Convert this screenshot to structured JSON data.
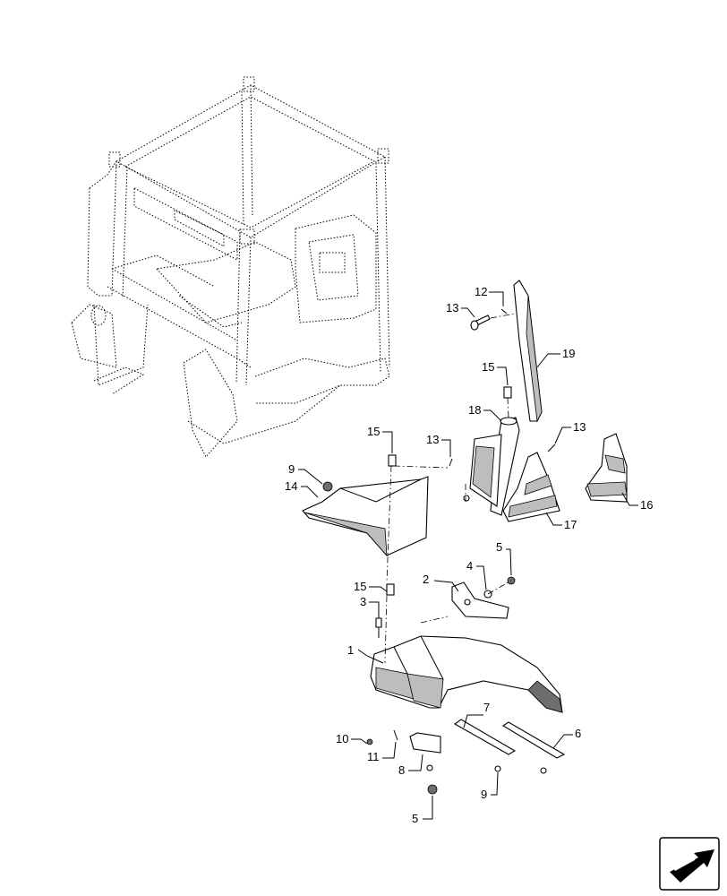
{
  "callouts": [
    {
      "id": "c1",
      "label": "1"
    },
    {
      "id": "c2",
      "label": "2"
    },
    {
      "id": "c3",
      "label": "3"
    },
    {
      "id": "c4",
      "label": "4"
    },
    {
      "id": "c5a",
      "label": "5"
    },
    {
      "id": "c5b",
      "label": "5"
    },
    {
      "id": "c6",
      "label": "6"
    },
    {
      "id": "c7",
      "label": "7"
    },
    {
      "id": "c8",
      "label": "8"
    },
    {
      "id": "c9a",
      "label": "9"
    },
    {
      "id": "c9b",
      "label": "9"
    },
    {
      "id": "c10",
      "label": "10"
    },
    {
      "id": "c11",
      "label": "11"
    },
    {
      "id": "c12",
      "label": "12"
    },
    {
      "id": "c13a",
      "label": "13"
    },
    {
      "id": "c13b",
      "label": "13"
    },
    {
      "id": "c13c",
      "label": "13"
    },
    {
      "id": "c14",
      "label": "14"
    },
    {
      "id": "c15a",
      "label": "15"
    },
    {
      "id": "c15b",
      "label": "15"
    },
    {
      "id": "c15c",
      "label": "15"
    },
    {
      "id": "c16",
      "label": "16"
    },
    {
      "id": "c17",
      "label": "17"
    },
    {
      "id": "c18",
      "label": "18"
    },
    {
      "id": "c19",
      "label": "19"
    }
  ],
  "icons": {
    "nav_arrow": "next-page-arrow-icon"
  }
}
